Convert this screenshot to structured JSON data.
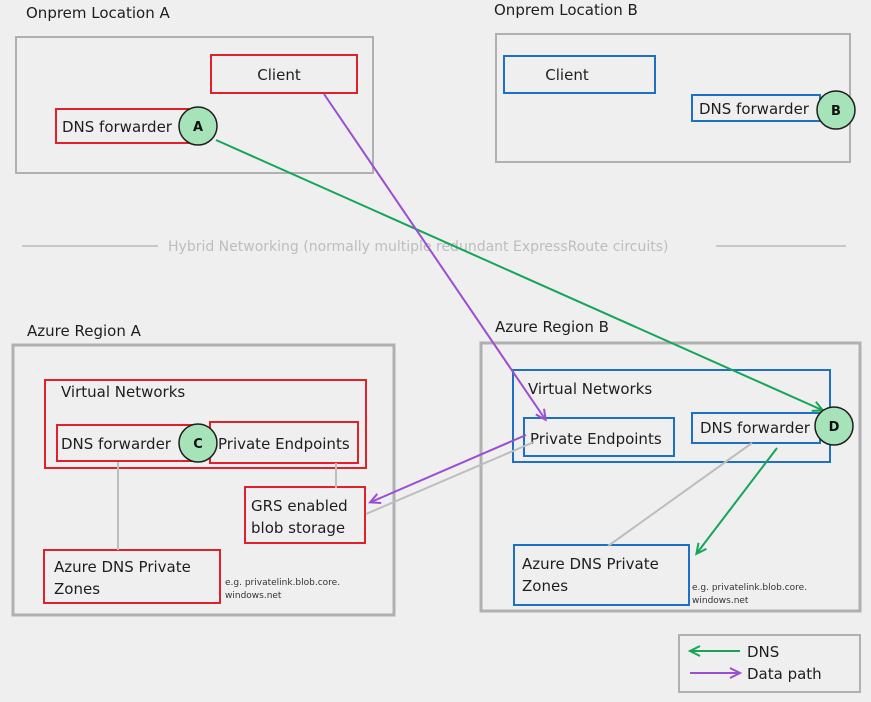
{
  "colors": {
    "background": "#efefef",
    "region_border": "#b0b0b0",
    "red": "#e0202a",
    "blue": "#1f6fc2",
    "green": "#16a557",
    "purple": "#9a4fd2",
    "badge_fill": "#a6e3b8",
    "connector_gray": "#bdbdbd",
    "hybrid_line": "#c8c8c8"
  },
  "onprem_a": {
    "title": "Onprem Location A",
    "client": "Client",
    "dns_forwarder": "DNS forwarder",
    "badge": "A"
  },
  "onprem_b": {
    "title": "Onprem Location B",
    "client": "Client",
    "dns_forwarder": "DNS forwarder",
    "badge": "B"
  },
  "hybrid": {
    "label": "Hybrid Networking (normally multiple redundant ExpressRoute circuits)"
  },
  "azure_a": {
    "title": "Azure Region A",
    "vnet": "Virtual Networks",
    "dns_forwarder": "DNS forwarder",
    "badge": "C",
    "private_endpoints": "Private Endpoints",
    "blob_line1": "GRS enabled",
    "blob_line2": "blob storage",
    "dns_zones_line1": "Azure DNS Private",
    "dns_zones_line2": "Zones",
    "zone_example_line1": "e.g. privatelink.blob.core.",
    "zone_example_line2": "windows.net"
  },
  "azure_b": {
    "title": "Azure Region B",
    "vnet": "Virtual Networks",
    "private_endpoints": "Private Endpoints",
    "dns_forwarder": "DNS forwarder",
    "badge": "D",
    "dns_zones_line1": "Azure DNS Private",
    "dns_zones_line2": "Zones",
    "zone_example_line1": "e.g. privatelink.blob.core.",
    "zone_example_line2": "windows.net"
  },
  "legend": {
    "dns": "DNS",
    "data_path": "Data path"
  }
}
